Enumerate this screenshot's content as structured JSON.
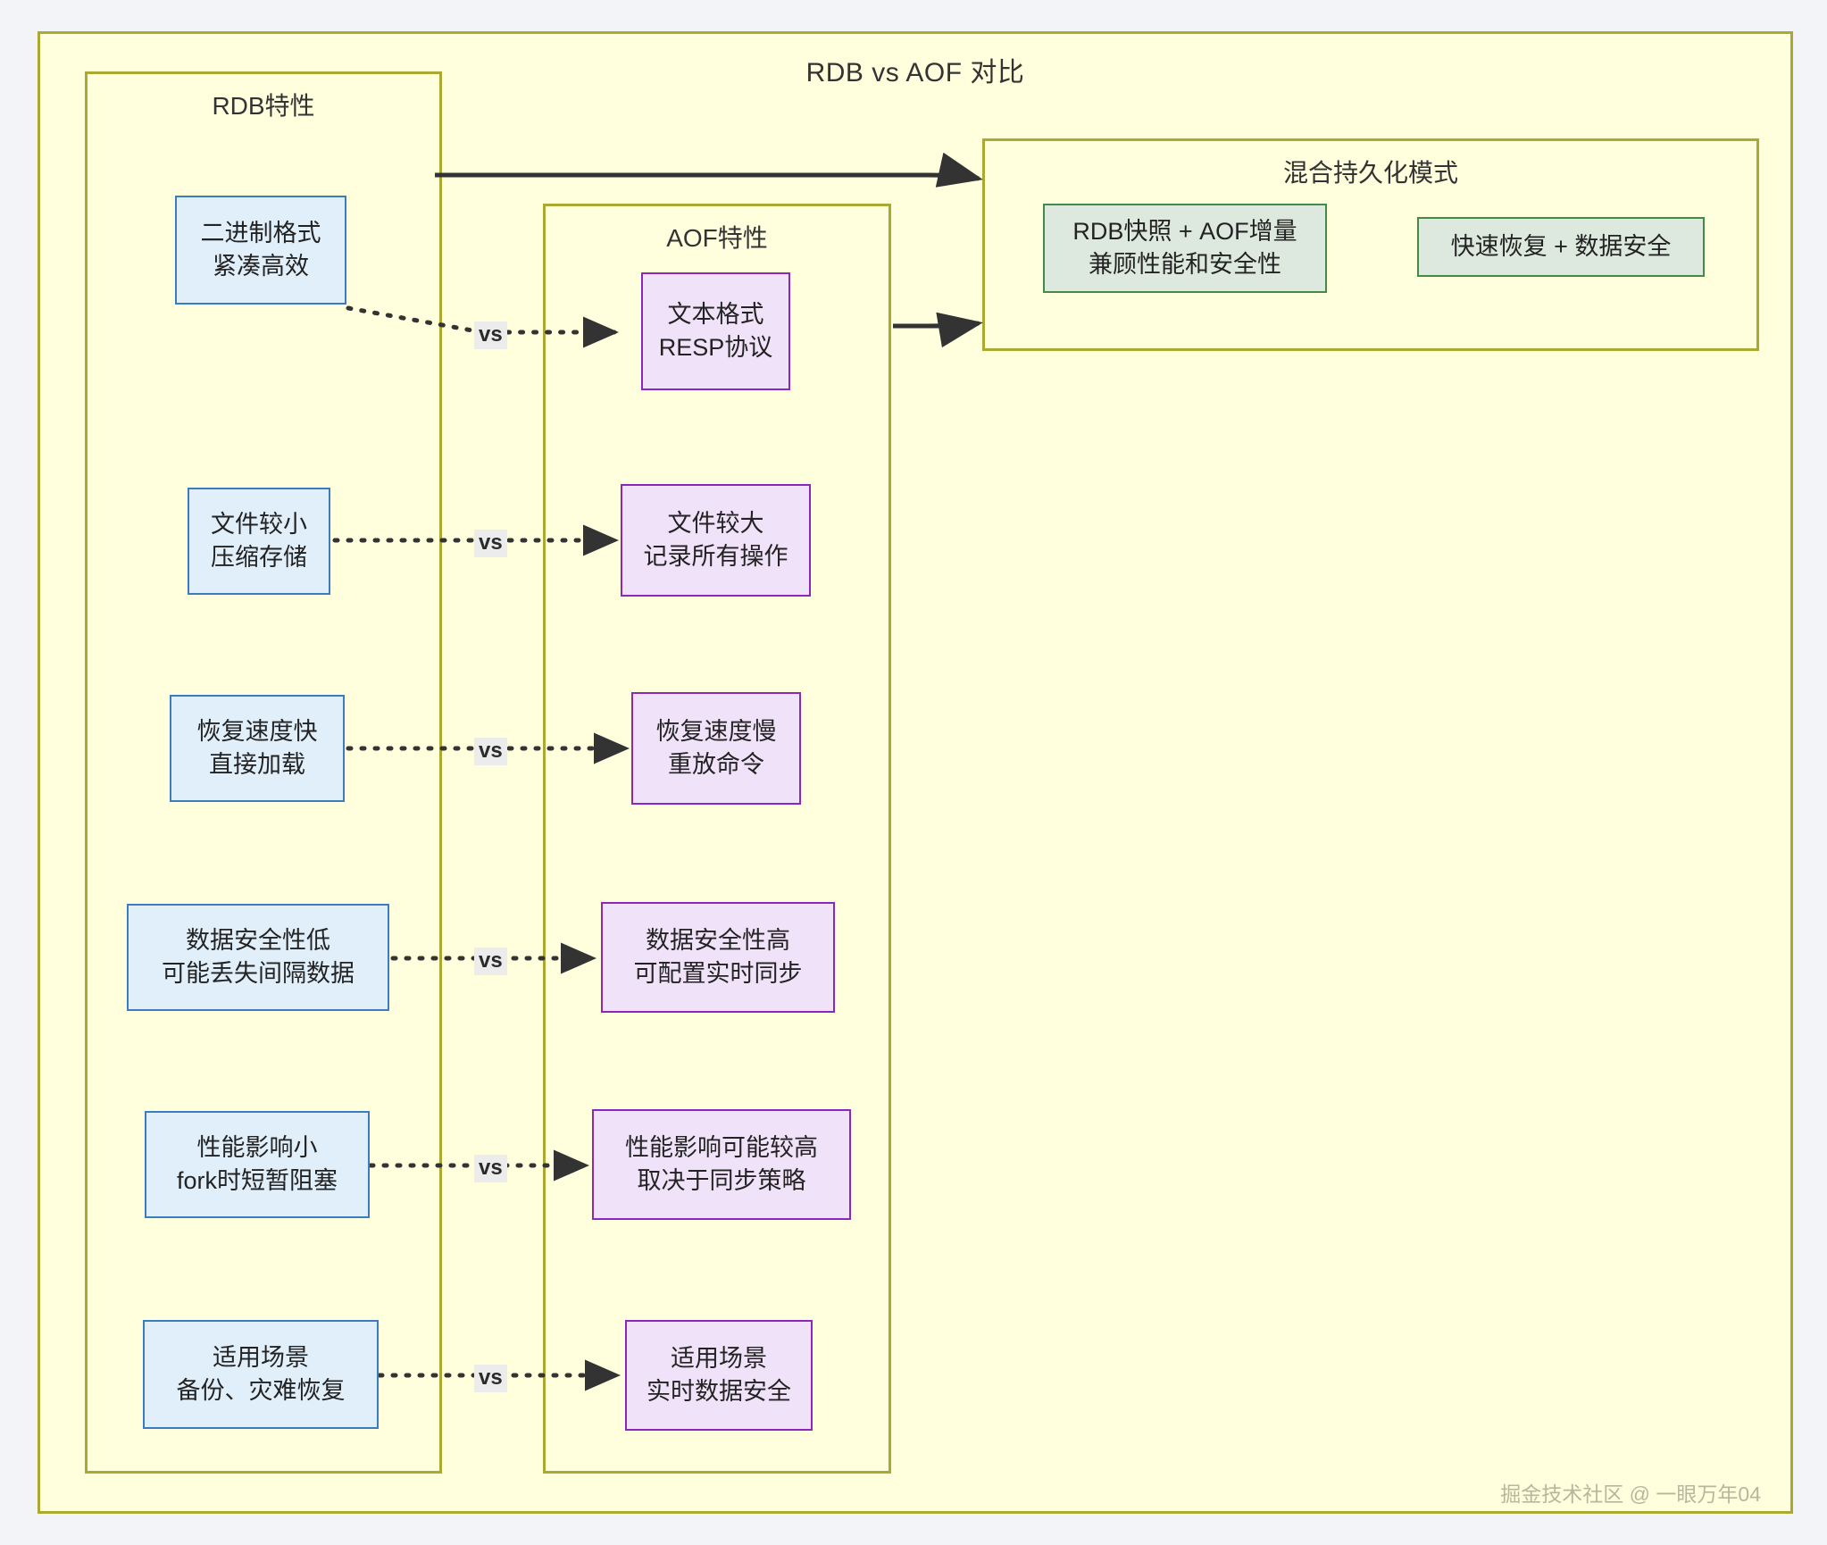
{
  "diagram": {
    "title": "RDB vs AOF 对比",
    "watermark": "掘金技术社区 @ 一眼万年04",
    "colors": {
      "page_background": "#f2f4f8",
      "canvas_background": "#ffffdd",
      "canvas_border": "#aaaa33",
      "rdb_node_fill": "#e1effa",
      "rdb_node_border": "#3b7bbf",
      "aof_node_fill": "#f0e2f8",
      "aof_node_border": "#8b27ba",
      "hybrid_node_fill": "#dde8de",
      "hybrid_node_border": "#44884a",
      "edge_color": "#333333",
      "vs_label_background": "#ececec"
    }
  },
  "clusters": {
    "rdb": {
      "title": "RDB特性"
    },
    "aof": {
      "title": "AOF特性"
    },
    "hybrid": {
      "title": "混合持久化模式"
    }
  },
  "rdb_nodes": [
    {
      "line1": "二进制格式",
      "line2": "紧凑高效"
    },
    {
      "line1": "文件较小",
      "line2": "压缩存储"
    },
    {
      "line1": "恢复速度快",
      "line2": "直接加载"
    },
    {
      "line1": "数据安全性低",
      "line2": "可能丢失间隔数据"
    },
    {
      "line1": "性能影响小",
      "line2": "fork时短暂阻塞"
    },
    {
      "line1": "适用场景",
      "line2": "备份、灾难恢复"
    }
  ],
  "aof_nodes": [
    {
      "line1": "文本格式",
      "line2": "RESP协议"
    },
    {
      "line1": "文件较大",
      "line2": "记录所有操作"
    },
    {
      "line1": "恢复速度慢",
      "line2": "重放命令"
    },
    {
      "line1": "数据安全性高",
      "line2": "可配置实时同步"
    },
    {
      "line1": "性能影响可能较高",
      "line2": "取决于同步策略"
    },
    {
      "line1": "适用场景",
      "line2": "实时数据安全"
    }
  ],
  "hybrid_nodes": [
    {
      "line1": "RDB快照 + AOF增量",
      "line2": "兼顾性能和安全性"
    },
    {
      "line1": "快速恢复 + 数据安全",
      "line2": ""
    }
  ],
  "comparison_edges": [
    {
      "label": "vs"
    },
    {
      "label": "vs"
    },
    {
      "label": "vs"
    },
    {
      "label": "vs"
    },
    {
      "label": "vs"
    },
    {
      "label": "vs"
    }
  ]
}
